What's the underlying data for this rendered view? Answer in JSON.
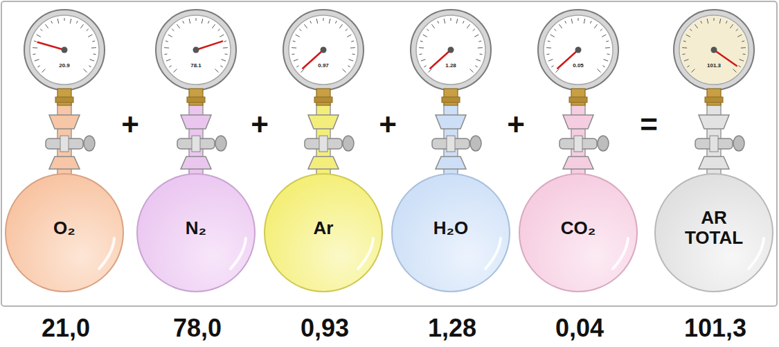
{
  "diagram": {
    "nodes": [
      {
        "text": [
          "O₂"
        ]
      },
      {
        "text": [
          "N₂"
        ]
      },
      {
        "text": [
          "Ar"
        ]
      },
      {
        "text": [
          "H₂O"
        ]
      },
      {
        "text": [
          "CO₂"
        ]
      },
      {
        "text": [
          "AR TOTAL"
        ]
      }
    ],
    "labels": [
      "20.9",
      "78.1",
      "0.97",
      "1.28",
      "0.05",
      "101.3",
      "+",
      "+",
      "+",
      "+",
      "=",
      "21,0",
      "78,0",
      "0,93",
      "1,28",
      "0,04",
      "101,3"
    ]
  }
}
